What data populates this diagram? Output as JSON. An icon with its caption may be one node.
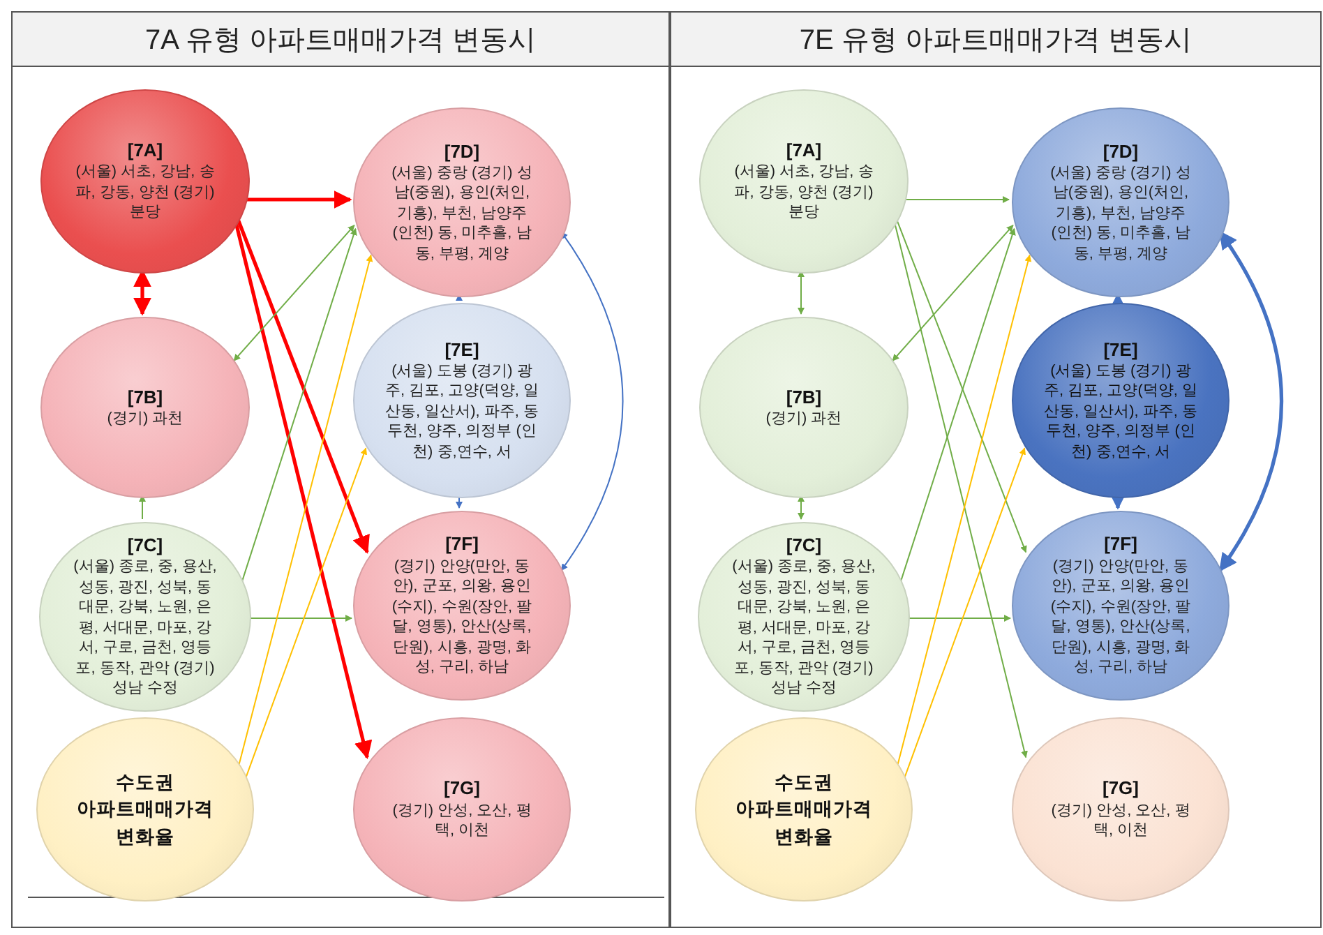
{
  "diagram": {
    "nodes": [
      {
        "text": [
          "7A 유형 아파트매매가격 변동시"
        ]
      },
      {
        "text": [
          "[7A]",
          "(서울) 서초, 강남, 송파, 강동, 양천 (경기) 분당"
        ],
        "in": 0
      },
      {
        "text": [
          "[7D]",
          "(서울) 중랑 (경기) 성남(중원), 용인(처인, 기흥), 부천, 남양주 (인천) 동, 미추홀, 남동, 부평, 계양"
        ],
        "in": 0
      },
      {
        "text": [
          "[7B]",
          "(경기) 과천"
        ],
        "in": 0
      },
      {
        "text": [
          "[7E]",
          "(서울) 도봉 (경기) 광주, 김포, 고양(덕양, 일산동, 일산서), 파주, 동두천, 양주, 의정부 (인천) 중,연수, 서"
        ],
        "in": 0
      },
      {
        "text": [
          "[7C]",
          "(서울) 종로, 중, 용산, 성동, 광진, 성북, 동대문, 강북, 노원, 은평, 서대문, 마포, 강서, 구로, 금천, 영등포, 동작, 관악 (경기) 성남 수정"
        ],
        "in": 0
      },
      {
        "text": [
          "[7F]",
          "(경기) 안양(만안, 동안), 군포, 의왕, 용인(수지), 수원(장안, 팔달, 영통), 안산(상록, 단원), 시흥, 광명, 화성, 구리, 하남"
        ],
        "in": 0
      },
      {
        "text": [
          "수도권 아파트매매가격 변화율"
        ],
        "in": 0
      },
      {
        "text": [
          "[7G]",
          "(경기) 안성, 오산, 평택, 이천"
        ],
        "in": 0
      },
      {
        "text": [
          "7E 유형 아파트매매가격 변동시"
        ]
      },
      {
        "text": [
          "[7A]",
          "(서울) 서초, 강남, 송파, 강동, 양천 (경기) 분당"
        ],
        "in": 9
      },
      {
        "text": [
          "[7D]",
          "(서울) 중랑 (경기) 성남(중원), 용인(처인, 기흥), 부천, 남양주 (인천) 동, 미추홀, 남동, 부평, 계양"
        ],
        "in": 9
      },
      {
        "text": [
          "[7B]",
          "(경기) 과천"
        ],
        "in": 9
      },
      {
        "text": [
          "[7E]",
          "(서울) 도봉 (경기) 광주, 김포, 고양(덕양, 일산동, 일산서), 파주, 동두천, 양주, 의정부 (인천) 중,연수, 서"
        ],
        "in": 9
      },
      {
        "text": [
          "[7C]",
          "(서울) 종로, 중, 용산, 성동, 광진, 성북, 동대문, 강북, 노원, 은평, 서대문, 마포, 강서, 구로, 금천, 영등포, 동작, 관악 (경기) 성남 수정"
        ],
        "in": 9
      },
      {
        "text": [
          "[7F]",
          "(경기) 안양(만안, 동안), 군포, 의왕, 용인(수지), 수원(장안, 팔달, 영통), 안산(상록, 단원), 시흥, 광명, 화성, 구리, 하남"
        ],
        "in": 9
      },
      {
        "text": [
          "수도권 아파트매매가격 변화율"
        ],
        "in": 9
      },
      {
        "text": [
          "[7G]",
          "(경기) 안성, 오산, 평택, 이천"
        ],
        "in": 9
      }
    ],
    "edges": [
      {
        "from": 1,
        "to": 2,
        "arrow": "to",
        "style": "thick",
        "color": "#ff0000"
      },
      {
        "from": 1,
        "to": 3,
        "arrow": "both",
        "style": "thick",
        "color": "#ff0000"
      },
      {
        "from": 1,
        "to": 6,
        "arrow": "to",
        "style": "thick",
        "color": "#ff0000"
      },
      {
        "from": 1,
        "to": 8,
        "arrow": "to",
        "style": "thick",
        "color": "#ff0000"
      },
      {
        "from": 3,
        "to": 2,
        "arrow": "both",
        "color": "#70ad47"
      },
      {
        "from": 5,
        "to": 2,
        "arrow": "to",
        "color": "#70ad47"
      },
      {
        "from": 5,
        "to": 6,
        "arrow": "to",
        "color": "#70ad47"
      },
      {
        "from": 5,
        "to": 3,
        "arrow": "to",
        "color": "#70ad47"
      },
      {
        "from": 7,
        "to": 2,
        "arrow": "to",
        "color": "#ffc000"
      },
      {
        "from": 7,
        "to": 4,
        "arrow": "to",
        "color": "#ffc000"
      },
      {
        "from": 4,
        "to": 2,
        "arrow": "to",
        "color": "#4472c4"
      },
      {
        "from": 4,
        "to": 6,
        "arrow": "to",
        "color": "#4472c4"
      },
      {
        "from": 2,
        "to": 6,
        "arrow": "both",
        "color": "#4472c4"
      },
      {
        "from": 10,
        "to": 11,
        "arrow": "to",
        "color": "#70ad47"
      },
      {
        "from": 10,
        "to": 12,
        "arrow": "both",
        "color": "#70ad47"
      },
      {
        "from": 10,
        "to": 15,
        "arrow": "to",
        "color": "#70ad47"
      },
      {
        "from": 10,
        "to": 17,
        "arrow": "to",
        "color": "#70ad47"
      },
      {
        "from": 12,
        "to": 11,
        "arrow": "both",
        "color": "#70ad47"
      },
      {
        "from": 14,
        "to": 11,
        "arrow": "to",
        "color": "#70ad47"
      },
      {
        "from": 14,
        "to": 15,
        "arrow": "to",
        "color": "#70ad47"
      },
      {
        "from": 14,
        "to": 12,
        "arrow": "both",
        "color": "#70ad47"
      },
      {
        "from": 16,
        "to": 11,
        "arrow": "to",
        "color": "#ffc000"
      },
      {
        "from": 16,
        "to": 13,
        "arrow": "to",
        "color": "#ffc000"
      },
      {
        "from": 13,
        "to": 11,
        "arrow": "to",
        "style": "thick",
        "color": "#4472c4"
      },
      {
        "from": 13,
        "to": 15,
        "arrow": "to",
        "style": "thick",
        "color": "#4472c4"
      },
      {
        "from": 11,
        "to": 15,
        "arrow": "both",
        "style": "thick",
        "color": "#4472c4"
      }
    ]
  }
}
